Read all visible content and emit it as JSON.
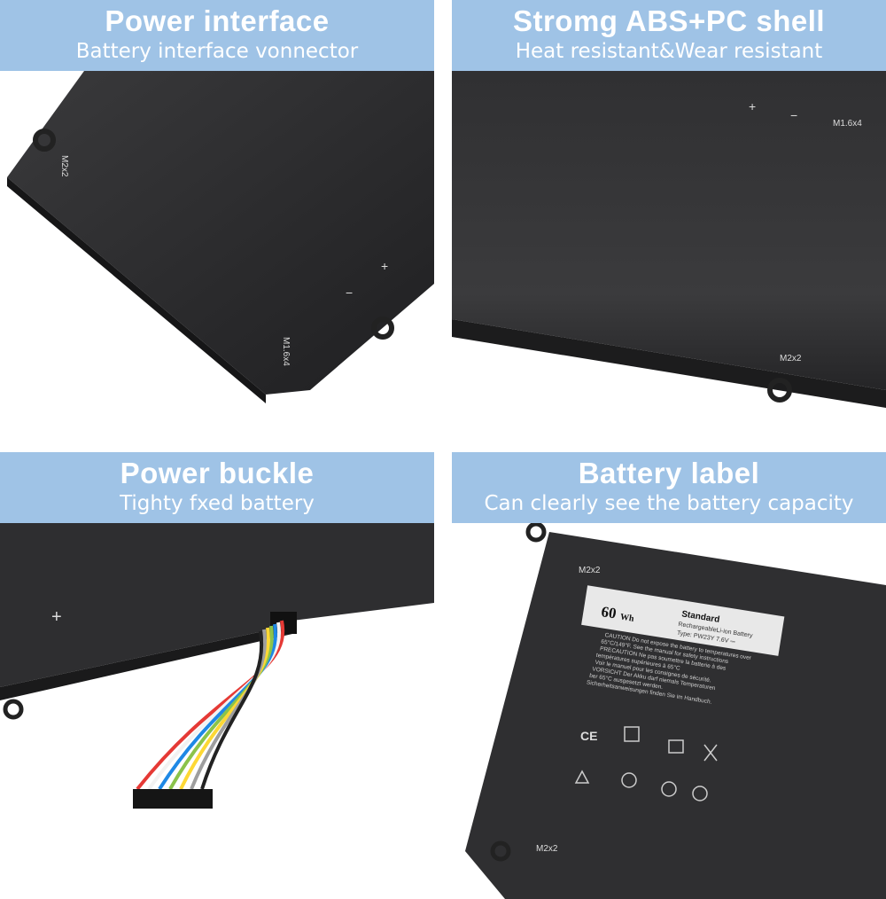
{
  "colors": {
    "header_bg": "#9fc3e6",
    "battery": "#2b2b2d",
    "text": "#ffffff"
  },
  "panels": [
    {
      "title": "Power interface",
      "subtitle": "Battery interface vonnector",
      "markings": [
        "M2x2",
        "M1.6x4",
        "+",
        "−"
      ]
    },
    {
      "title": "Stromg ABS+PC shell",
      "subtitle": "Heat resistant&Wear resistant",
      "markings": [
        "+",
        "−",
        "M1.6x4",
        "M2x2"
      ]
    },
    {
      "title": "Power buckle",
      "subtitle": "Tighty fxed battery",
      "markings": [
        "+"
      ]
    },
    {
      "title": "Battery label",
      "subtitle": "Can clearly see the battery capacity",
      "markings": [
        "M2x2",
        "M2x2"
      ],
      "label": {
        "capacity": "60",
        "unit": "Wh",
        "grade": "Standard",
        "type_line": "RechargeableLi-ion Battery",
        "model": "Type: PW23Y   7.6V ⎓",
        "caution": [
          "CAUTION Do not expose the battery to temperatures over",
          "65°C/149°F. See the manual for safety instructions",
          "PRECAUTION Ne pas soumettre la batterie à des",
          "températures supérieures à 65°C",
          "Voir le manuel pour les consignes de sécurité.",
          "VORSICHT Der Akku darf niemals Temperaturen",
          "ber 65°C ausgesetzt werden.",
          "Sicherheitsanweisungen finden Sie im Handbuch."
        ]
      }
    }
  ]
}
